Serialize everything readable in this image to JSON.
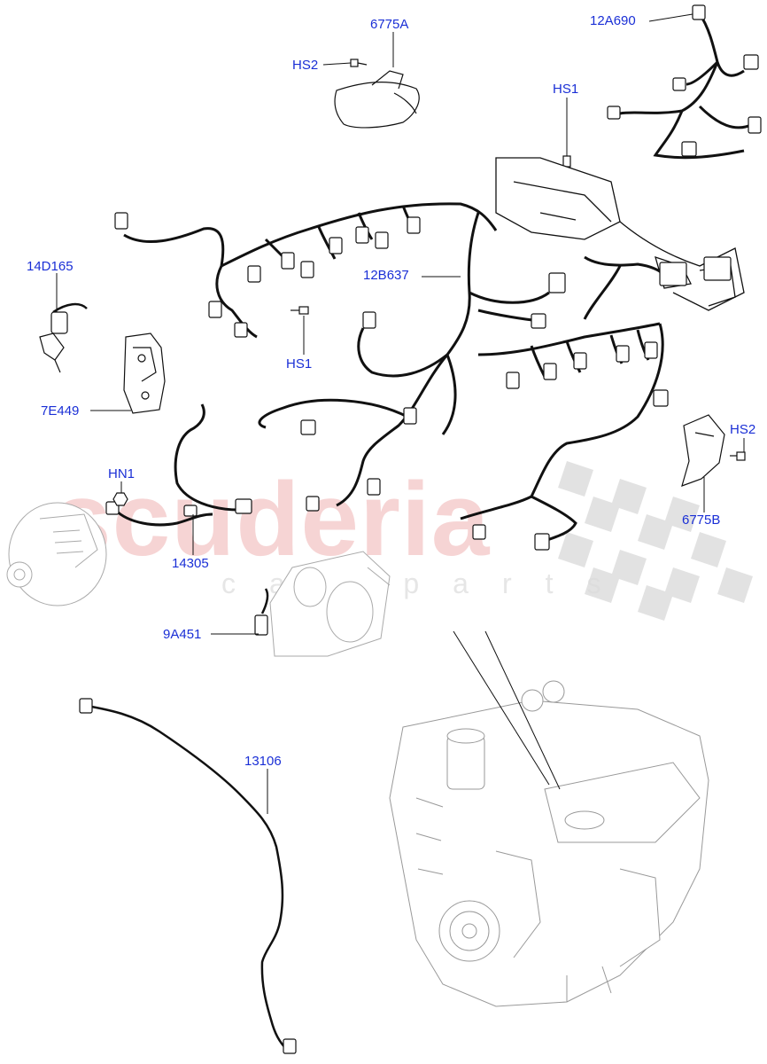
{
  "watermark": {
    "brand": "scuderia",
    "tagline": "car parts"
  },
  "callouts": {
    "c_6775A": "6775A",
    "c_12A690": "12A690",
    "c_HS2_top": "HS2",
    "c_HS1_top": "HS1",
    "c_14D165": "14D165",
    "c_12B637": "12B637",
    "c_HS1_mid": "HS1",
    "c_7E449": "7E449",
    "c_HS2_right": "HS2",
    "c_HN1": "HN1",
    "c_6775B": "6775B",
    "c_14305": "14305",
    "c_9A451": "9A451",
    "c_13106": "13106"
  },
  "colors": {
    "label": "#1a2fd6",
    "line": "#111111",
    "engine": "#9a9a9a",
    "watermark_red": "#f3c6c6",
    "checker": "#d9d9d9"
  }
}
